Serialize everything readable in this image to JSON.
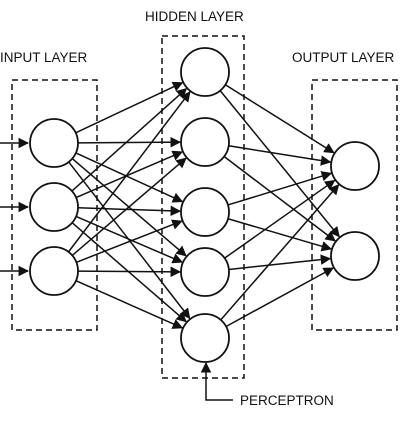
{
  "labels": {
    "input_layer": "INPUT LAYER",
    "hidden_layer": "HIDDEN LAYER",
    "output_layer": "OUTPUT LAYER",
    "perceptron": "PERCEPTRON"
  },
  "network": {
    "input_nodes": 3,
    "hidden_nodes": 5,
    "output_nodes": 2,
    "fully_connected": true,
    "incoming_arrows_on_inputs": true
  },
  "colors": {
    "stroke": "#111111",
    "background": "#ffffff"
  }
}
